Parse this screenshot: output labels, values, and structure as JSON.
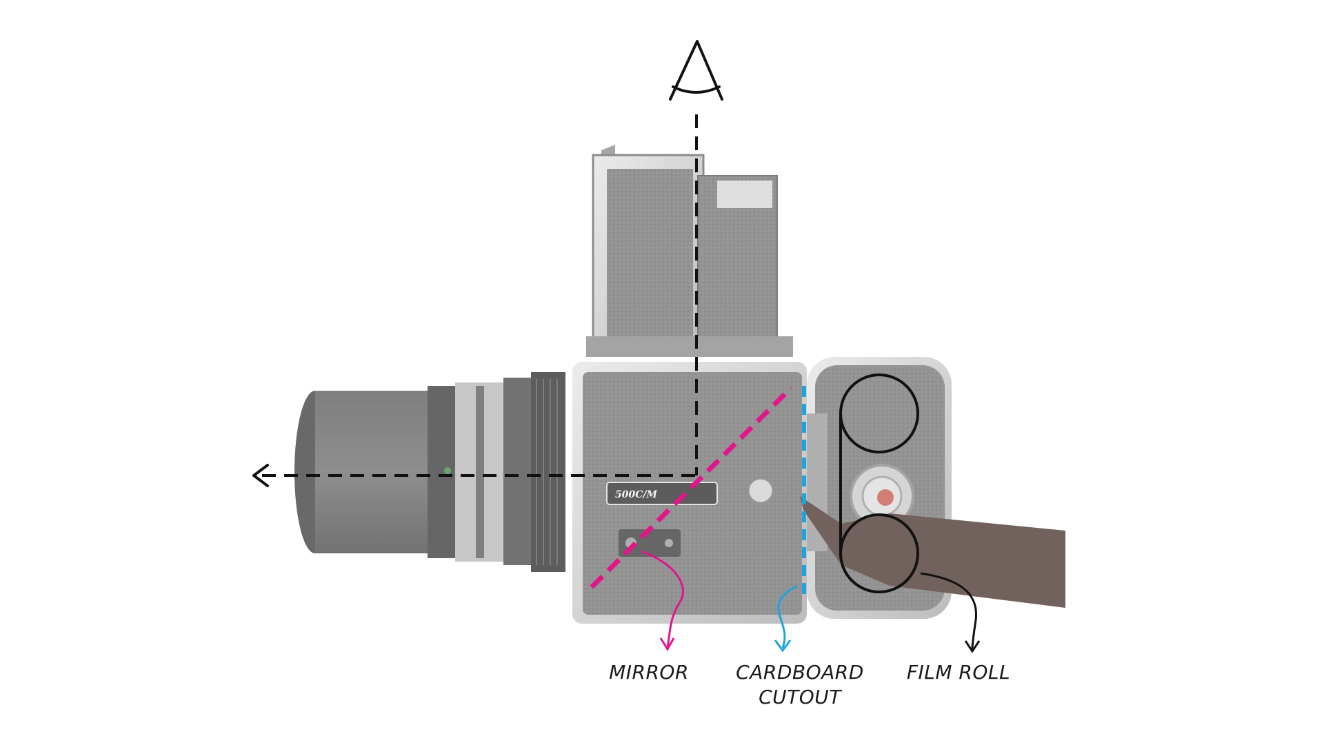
{
  "labels": {
    "mirror": "MIRROR",
    "cardboard_line1": "CARDBOARD",
    "cardboard_line2": "CUTOUT",
    "film_roll": "FILM ROLL"
  },
  "colors": {
    "mirror_line": "#e0168a",
    "cardboard_line": "#1fa3dd",
    "film_roll_outline": "#111111",
    "light_path": "#111111",
    "camera_body": "#7c7c7c",
    "camera_chrome": "#c9c9c9",
    "strap": "#4a3530"
  },
  "icons": {
    "eye": "eye-icon",
    "arrow": "arrow-left-icon"
  },
  "model_plate_text": "500C/M"
}
